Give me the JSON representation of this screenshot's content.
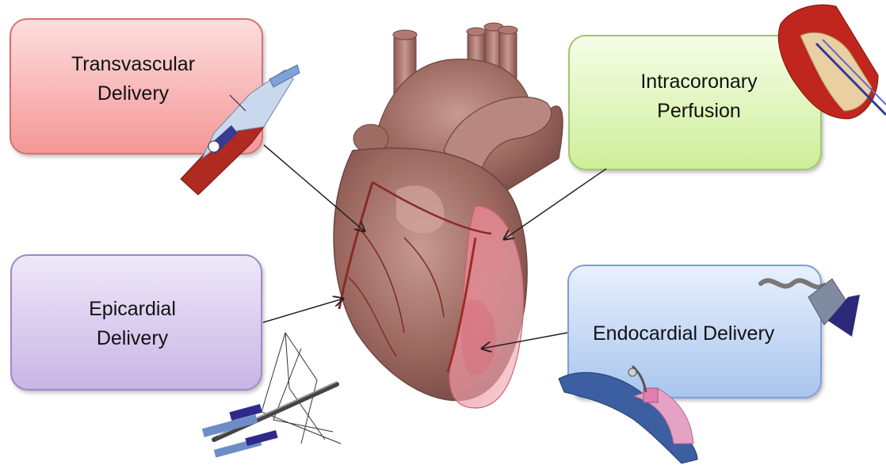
{
  "boxes": {
    "transvascular": "Transvascular\nDelivery",
    "intracoronary": "Intracoronary\nPerfusion",
    "epicardial": "Epicardial\nDelivery",
    "endocardial": "Endocardial Delivery"
  },
  "colors": {
    "transvascular": "#f59797",
    "intracoronary": "#cdee98",
    "epicardial": "#c7b5e6",
    "endocardial": "#a9c5ef",
    "heart": "#a06a62",
    "vessel": "#b22a22"
  },
  "icons": [
    "heart-illustration",
    "vein-catheter-icon",
    "coronary-catheter-icon",
    "needle-injector-icon",
    "helical-needle-catheter-icon"
  ]
}
